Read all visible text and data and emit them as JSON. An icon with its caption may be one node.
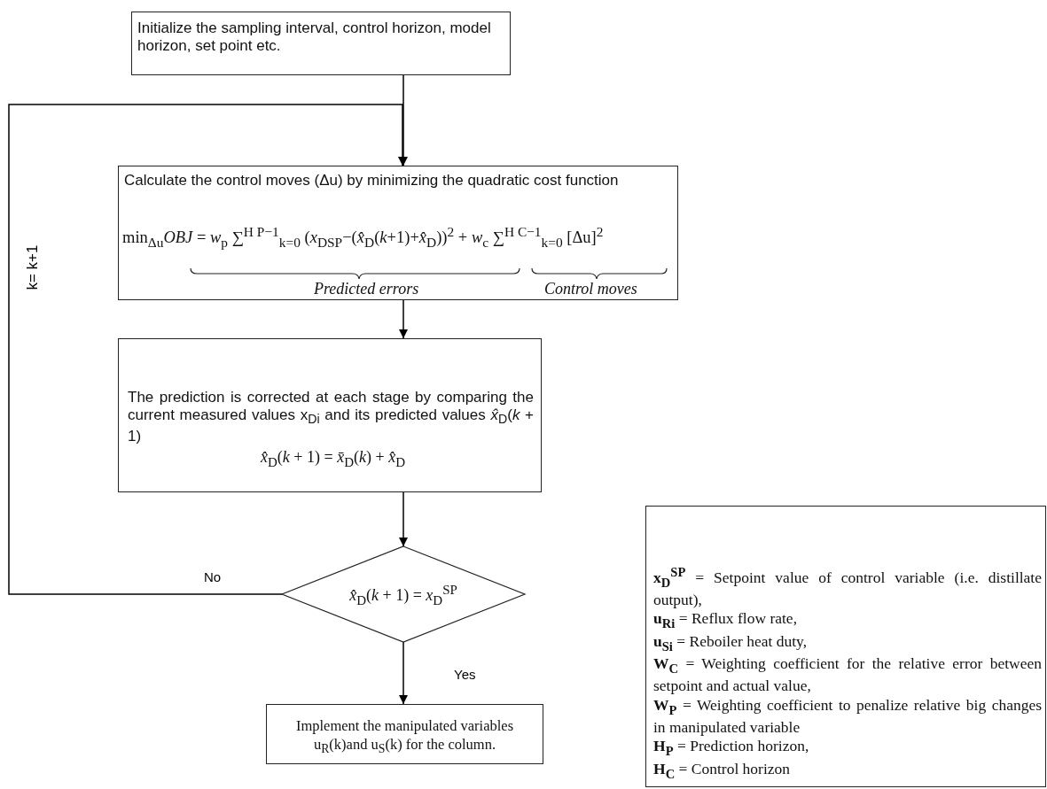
{
  "diagram": {
    "nodes": [
      {
        "text": [
          "Initialize the sampling interval, control horizon, model horizon, set point etc."
        ]
      },
      {
        "text": [
          "Calculate the control moves (Δu) by minimizing the quadratic cost function",
          "min$_{Δu}$*OBJ* = *w*$_{p}$ ∑$^{H P−1}$$_{k=0}$ (*x*$_{DSP}$−(*x̂*$_{D}$(*k*+1)+*x̂*$_{D}$))$^{2}$ + *w*$_{c}$ ∑$^{H C−1}$$_{k=0}$ [Δu]$^{2}$",
          "Predicted errors",
          "Control moves"
        ]
      },
      {
        "text": [
          "The prediction is corrected at each stage by comparing the current measured values x$_{Di}$ and its predicted values *x̂*$_{D}$(*k* + 1)",
          "*x̂*$_{D}$(*k* + 1) = *x̄*$_{D}$(*k*) + *x̂*$_{D}$"
        ]
      },
      {
        "text": [
          "*x̂*$_{D}$(*k* + 1) = *x*$_{D}$$^{SP}$"
        ]
      },
      {
        "text": [
          "Implement the manipulated variables u$_{R}$(k)and u$_{S}$(k) for the column."
        ]
      },
      {
        "text": [
          "**x$_{D}$$^{SP}$** = Setpoint value of control variable (i.e. distillate output),",
          "**u$_{Ri}$** = Reflux flow rate,",
          "**u$_{Si}$** = Reboiler heat duty,",
          "**W$_{C}$** = Weighting coefficient for the relative error between setpoint and actual value,",
          "**W$_{P}$** = Weighting coefficient to penalize relative big changes in manipulated variable",
          "**H$_{P}$** = Prediction horizon,",
          "**H$_{C}$** = Control horizon"
        ]
      }
    ],
    "edges": [
      {
        "from": 0,
        "to": 1,
        "arrow": "to"
      },
      {
        "from": 1,
        "to": 2,
        "arrow": "to"
      },
      {
        "from": 2,
        "to": 3,
        "arrow": "to"
      },
      {
        "from": 3,
        "to": 4,
        "arrow": "to",
        "label": "Yes"
      },
      {
        "from": 3,
        "to": 1,
        "arrow": "to",
        "label": "No"
      }
    ],
    "labels": [
      "k= k+1"
    ]
  }
}
